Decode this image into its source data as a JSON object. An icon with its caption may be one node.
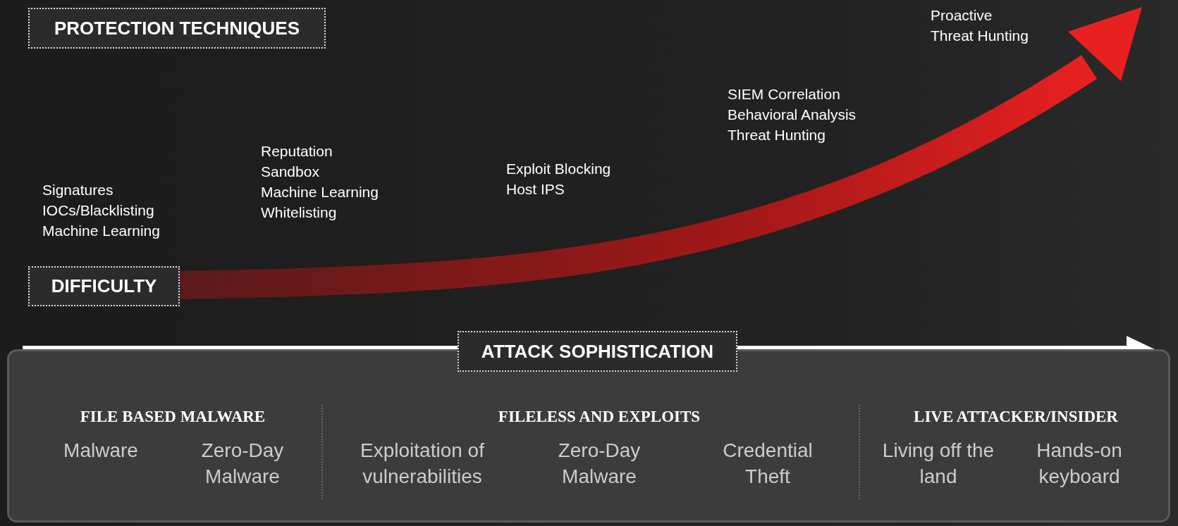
{
  "diagram": {
    "nodes": [
      {
        "text": [
          "PROTECTION TECHNIQUES"
        ]
      },
      {
        "text": [
          "DIFFICULTY"
        ]
      },
      {
        "text": [
          "ATTACK SOPHISTICATION"
        ]
      },
      {
        "text": [
          "FILE BASED MALWARE",
          "Malware",
          "Zero-Day Malware",
          "FILELESS AND EXPLOITS",
          "Exploitation of vulnerabilities",
          "Zero-Day Malware",
          "Credential Theft",
          "LIVE ATTACKER/INSIDER",
          "Living off the land",
          "Hands-on keyboard"
        ]
      }
    ],
    "edges": [],
    "labels": [
      "Signatures",
      "IOCs/Blacklisting",
      "Machine Learning",
      "Reputation",
      "Sandbox",
      "Machine Learning",
      "Whitelisting",
      "Exploit Blocking",
      "Host IPS",
      "SIEM Correlation",
      "Behavioral Analysis",
      "Threat Hunting",
      "Proactive",
      "Threat Hunting"
    ]
  }
}
